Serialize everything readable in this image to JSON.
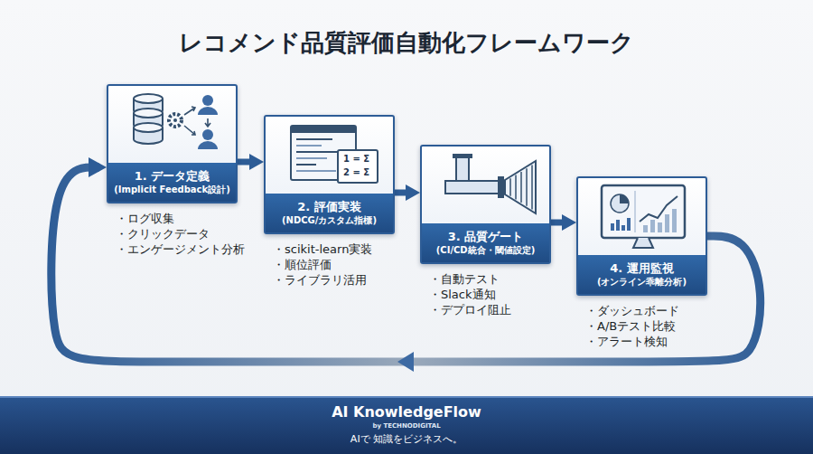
{
  "diagram": {
    "title": "レコメンド品質評価自動化フレームワーク",
    "nodes": [
      {
        "text": [
          "1. データ定義",
          "(Implicit Feedback設計)"
        ]
      },
      {
        "text": [
          "2. 評価実装",
          "(NDCG/カスタム指標)"
        ]
      },
      {
        "text": [
          "3. 品質ゲート",
          "(CI/CD統合・閾値設定)"
        ]
      },
      {
        "text": [
          "4. 運用監視",
          "(オンライン乖離分析)"
        ]
      }
    ],
    "edges": [
      {
        "from": 0,
        "to": 1,
        "arrow": "to"
      },
      {
        "from": 1,
        "to": 2,
        "arrow": "to"
      },
      {
        "from": 2,
        "to": 3,
        "arrow": "to"
      },
      {
        "from": 3,
        "to": 0,
        "arrow": "to"
      }
    ],
    "labels": [
      "・ログ収集",
      "・クリックデータ",
      "・エンゲージメント分析",
      "・scikit-learn実装",
      "・順位評価",
      "・ライブラリ活用",
      "・自動テスト",
      "・Slack通知",
      "・デプロイ阻止",
      "・ダッシュボード",
      "・A/Bテスト比較",
      "・アラート検知",
      "1 = Σ",
      "2 = Σ",
      "AI KnowledgeFlow",
      "by TECHNODIGITAL",
      "AIで 知識をビジネスへ。"
    ]
  }
}
